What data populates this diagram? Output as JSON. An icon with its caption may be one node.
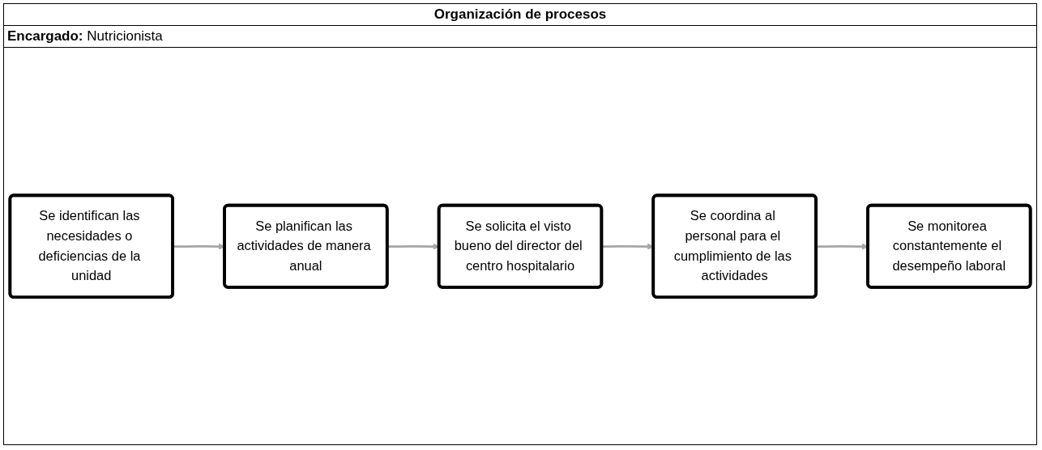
{
  "diagram": {
    "title": "Organización de procesos",
    "nodes": [
      {
        "text": [
          "Se identifican las necesidades o deficiencias de la unidad"
        ]
      },
      {
        "text": [
          "Se planifican las actividades de manera anual"
        ]
      },
      {
        "text": [
          "Se solicita el visto bueno del director del centro hospitalario"
        ]
      },
      {
        "text": [
          "Se monitorea constantemente el desempeño laboral"
        ]
      },
      {
        "text": [
          "Se coordina al personal para el cumplimiento de las actividades"
        ]
      }
    ],
    "edges": [
      {
        "from": 0,
        "to": 1,
        "arrow": "to"
      },
      {
        "from": 1,
        "to": 2,
        "arrow": "to"
      },
      {
        "from": 2,
        "to": 4,
        "arrow": "to"
      },
      {
        "from": 4,
        "to": 3,
        "arrow": "to"
      }
    ],
    "labels": [
      "Encargado:",
      "Nutricionista"
    ]
  }
}
